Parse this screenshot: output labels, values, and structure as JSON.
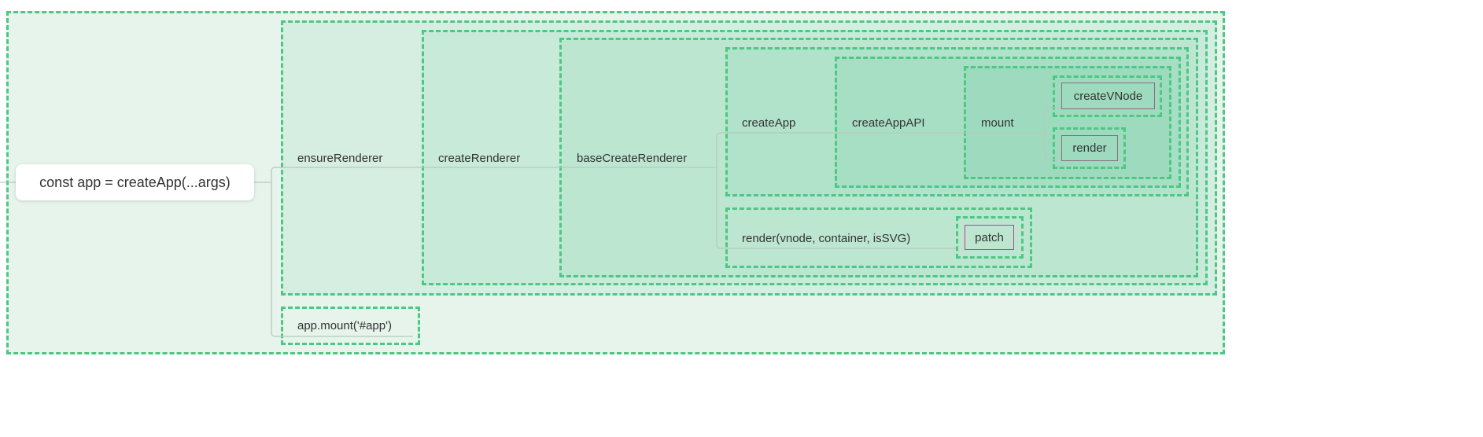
{
  "root": "const app = createApp(...args)",
  "nodes": {
    "ensureRenderer": "ensureRenderer",
    "createRenderer": "createRenderer",
    "baseCreateRenderer": "baseCreateRenderer",
    "createApp": "createApp",
    "createAppAPI": "createAppAPI",
    "mount": "mount",
    "createVNode": "createVNode",
    "render": "render",
    "renderFn": "render(vnode, container, isSVG)",
    "patch": "patch",
    "appMount": "app.mount('#app')"
  },
  "colors": {
    "border": "#4cc784",
    "accent_patch": "#c0408a"
  }
}
